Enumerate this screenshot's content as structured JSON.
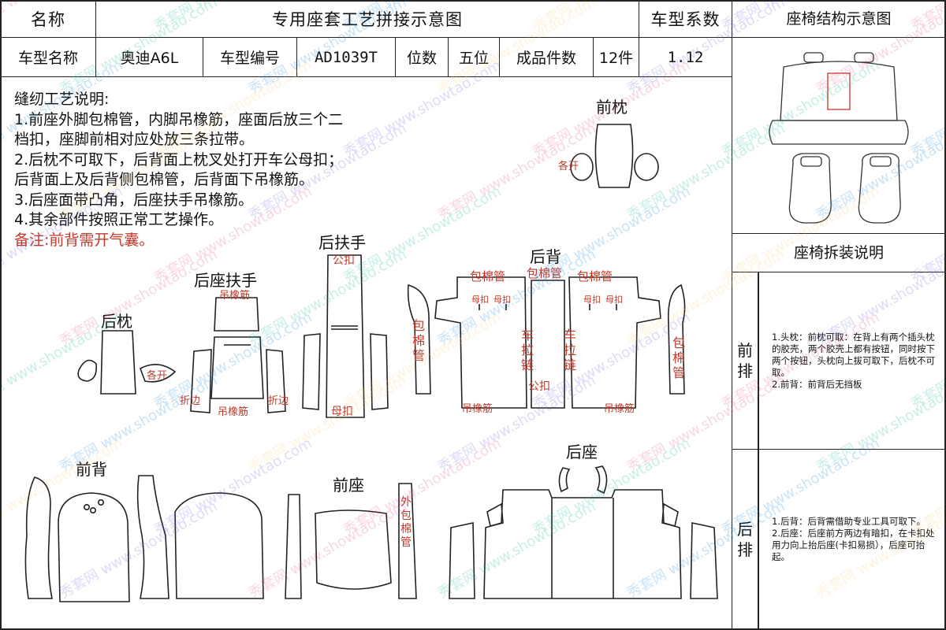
{
  "header": {
    "name_label": "名称",
    "title": "专用座套工艺拼接示意图",
    "coef_label": "车型系数",
    "structure_title": "座椅结构示意图"
  },
  "info_row": {
    "model_name_label": "车型名称",
    "model_name": "奥迪A6L",
    "model_code_label": "车型编号",
    "model_code": "AD1039T",
    "seats_label": "位数",
    "seats": "五位",
    "pieces_label": "成品件数",
    "pieces": "12件",
    "coef": "1.12"
  },
  "instructions": {
    "heading": "缝纫工艺说明:",
    "lines": [
      "1.前座外脚包棉管，内脚吊橡筋，座面后放三个二",
      "档扣，座脚前相对应处放三条拉带。",
      "2.后枕不可取下，后背面上枕叉处打开车公母扣；",
      "后背面上及后背侧包棉管，后背面下吊橡筋。",
      "3.后座面带凸角，后座扶手吊橡筋。",
      "4.其余部件按照正常工艺操作。"
    ],
    "note": "备注:前背需开气囊。"
  },
  "parts": {
    "front_headrest": "前枕",
    "rear_headrest": "后枕",
    "rear_armrest_seat": "后座扶手",
    "rear_armrest": "后扶手",
    "rear_back": "后背",
    "front_back": "前背",
    "front_seat": "前座",
    "rear_seat": "后座"
  },
  "annotations": {
    "opening": "各开",
    "elastic": "吊橡筋",
    "fold_edge": "折边",
    "male_snap": "公扣",
    "female_snap": "母扣",
    "piping": "包棉管",
    "car_zipper": "车拉链",
    "outer_piping": "外包棉管"
  },
  "right_panel": {
    "disassembly_title": "座椅拆装说明",
    "front_row": "前排",
    "rear_row": "后排",
    "front_text": "1.头枕：前枕可取：在背上有两个插头枕的胶壳，两个胶壳上都有按钮，同时按下两个按钮，头枕向上拔可取下，后枕不可取。\n2.前背：前背后无挡板",
    "rear_text": "1.后背：后背需借助专业工具可取下。\n2.后座：后座前方两边有暗扣，在卡扣处用力向上抬后座(卡扣易损），后座可抬起。"
  },
  "watermark": "秀套网 www.showtao.com"
}
